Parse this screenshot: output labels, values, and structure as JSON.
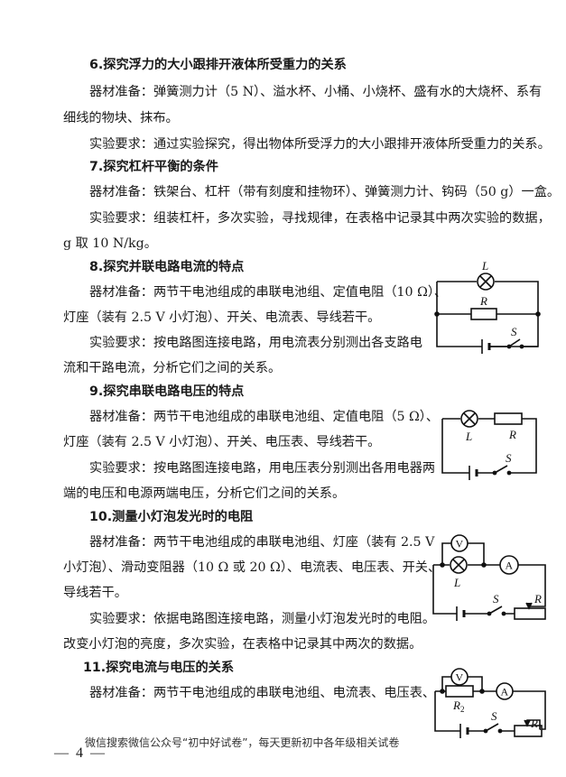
{
  "sections": [
    {
      "title": "6.探究浮力的大小跟排开液体所受重力的关系",
      "lines": [
        "器材准备：弹簧测力计（5 N）、溢水杯、小桶、小烧杯、盛有水的大烧杯、系有",
        "细线的物块、抹布。",
        "实验要求：通过实验探究，得出物体所受浮力的大小跟排开液体所受重力的关系。"
      ]
    },
    {
      "title": "7.探究杠杆平衡的条件",
      "lines": [
        "器材准备：铁架台、杠杆（带有刻度和挂物环）、弹簧测力计、钩码（50 g）一盒。",
        "实验要求：组装杠杆，多次实验，寻找规律，在表格中记录其中两次实验的数据，",
        "g 取 10 N/kg。"
      ]
    },
    {
      "title": "8.探究并联电路电流的特点",
      "lines": [
        "器材准备：两节干电池组成的串联电池组、定值电阻（10 Ω）、",
        "灯座（装有 2.5 V 小灯泡）、开关、电流表、导线若干。",
        "实验要求：按电路图连接电路，用电流表分别测出各支路电",
        "流和干路电流，分析它们之间的关系。"
      ]
    },
    {
      "title": "9.探究串联电路电压的特点",
      "lines": [
        "器材准备：两节干电池组成的串联电池组、定值电阻（5 Ω）、",
        "灯座（装有 2.5 V 小灯泡）、开关、电压表、导线若干。",
        "实验要求：按电路图连接电路，用电压表分别测出各用电器两",
        "端的电压和电源两端电压，分析它们之间的关系。"
      ]
    },
    {
      "title": "10.测量小灯泡发光时的电阻",
      "lines": [
        "器材准备：两节干电池组成的串联电池组、灯座（装有 2.5 V",
        "小灯泡）、滑动变阻器（10 Ω 或 20 Ω）、电流表、电压表、开关、",
        "导线若干。",
        "实验要求：依据电路图连接电路，测量小灯泡发光时的电阻。",
        "改变小灯泡的亮度，多次实验，在表格中记录其中两次的数据。"
      ]
    },
    {
      "title": "11.探究电流与电压的关系",
      "lines": [
        "器材准备：两节干电池组成的串联电池组、电流表、电压表、"
      ]
    }
  ],
  "circuits": {
    "c8": {
      "lamp": "L",
      "resistor": "R",
      "switch": "S"
    },
    "c9": {
      "lamp": "L",
      "resistor": "R",
      "switch": "S"
    },
    "c10": {
      "voltmeter": "V",
      "ammeter": "A",
      "lamp": "L",
      "rheostat": "R",
      "switch": "S"
    },
    "c11": {
      "voltmeter": "V",
      "ammeter": "A",
      "resistor": "R",
      "resistor_sub": "2",
      "switch": "S",
      "rheostat": "R",
      "rheostat_sub": "1"
    }
  },
  "footer": {
    "note": "微信搜索微信公众号“初中好试卷”，每天更新初中各年级相关试卷",
    "page_number": "— 4 —"
  }
}
